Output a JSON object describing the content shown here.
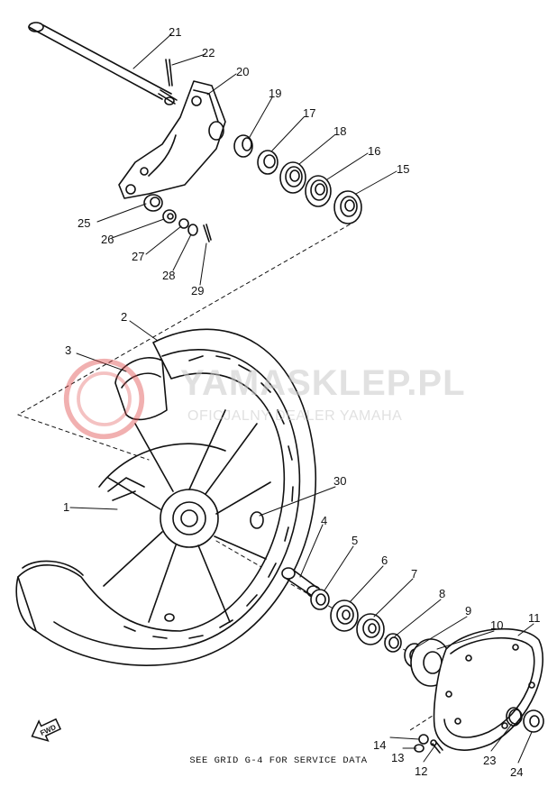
{
  "watermark": {
    "text": "YAMASKLEP.PL",
    "subtext": "OFICJALNY DEALER YAMAHA"
  },
  "footer": {
    "note": "SEE GRID G-4 FOR SERVICE DATA"
  },
  "direction_label": "FWD",
  "callouts": {
    "p1": "1",
    "p2": "2",
    "p3": "3",
    "p4": "4",
    "p5": "5",
    "p6": "6",
    "p7": "7",
    "p8": "8",
    "p9": "9",
    "p10": "10",
    "p11": "11",
    "p12": "12",
    "p13": "13",
    "p14": "14",
    "p15": "15",
    "p16": "16",
    "p17": "17",
    "p18": "18",
    "p19": "19",
    "p20": "20",
    "p21": "21",
    "p22": "22",
    "p23": "23",
    "p24": "24",
    "p25": "25",
    "p26": "26",
    "p27": "27",
    "p28": "28",
    "p29": "29",
    "p30": "30"
  },
  "colors": {
    "ink": "#111111",
    "watermark": "#e05050"
  }
}
